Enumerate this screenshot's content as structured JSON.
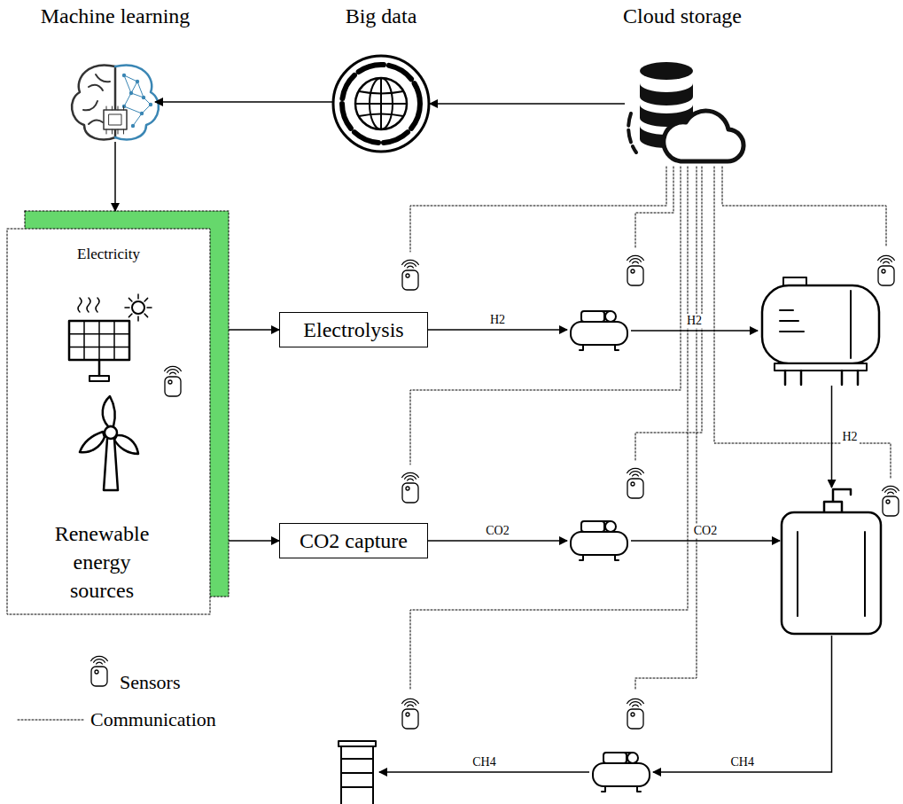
{
  "diagram": {
    "nodes": [
      {
        "text": [
          "Machine learning"
        ]
      },
      {
        "text": [
          "Big data"
        ]
      },
      {
        "text": [
          "Cloud storage"
        ]
      },
      {
        "text": [
          "Electricity",
          "Renewable energy sources"
        ]
      },
      {
        "text": [
          "Electrolysis"
        ]
      },
      {
        "text": []
      },
      {
        "text": []
      },
      {
        "text": [
          "CO2 capture"
        ]
      },
      {
        "text": []
      },
      {
        "text": []
      },
      {
        "text": []
      },
      {
        "text": []
      }
    ],
    "edges": [
      {
        "from": 2,
        "to": 1,
        "arrow": "to"
      },
      {
        "from": 1,
        "to": 0,
        "arrow": "to"
      },
      {
        "from": 0,
        "to": 3,
        "arrow": "to"
      },
      {
        "from": 3,
        "to": 4,
        "arrow": "to"
      },
      {
        "from": 3,
        "to": 7,
        "arrow": "to"
      },
      {
        "from": 4,
        "to": 5,
        "label": "H2",
        "arrow": "to"
      },
      {
        "from": 5,
        "to": 6,
        "label": "H2",
        "arrow": "to"
      },
      {
        "from": 6,
        "to": 9,
        "label": "H2",
        "arrow": "to"
      },
      {
        "from": 7,
        "to": 8,
        "label": "CO2",
        "arrow": "to"
      },
      {
        "from": 8,
        "to": 9,
        "label": "CO2",
        "arrow": "to"
      },
      {
        "from": 9,
        "to": 10,
        "label": "CH4",
        "arrow": "to"
      },
      {
        "from": 10,
        "to": 11,
        "label": "CH4",
        "arrow": "to"
      }
    ],
    "legend": [
      {
        "text": "Sensors"
      },
      {
        "text": "Communication"
      }
    ]
  }
}
